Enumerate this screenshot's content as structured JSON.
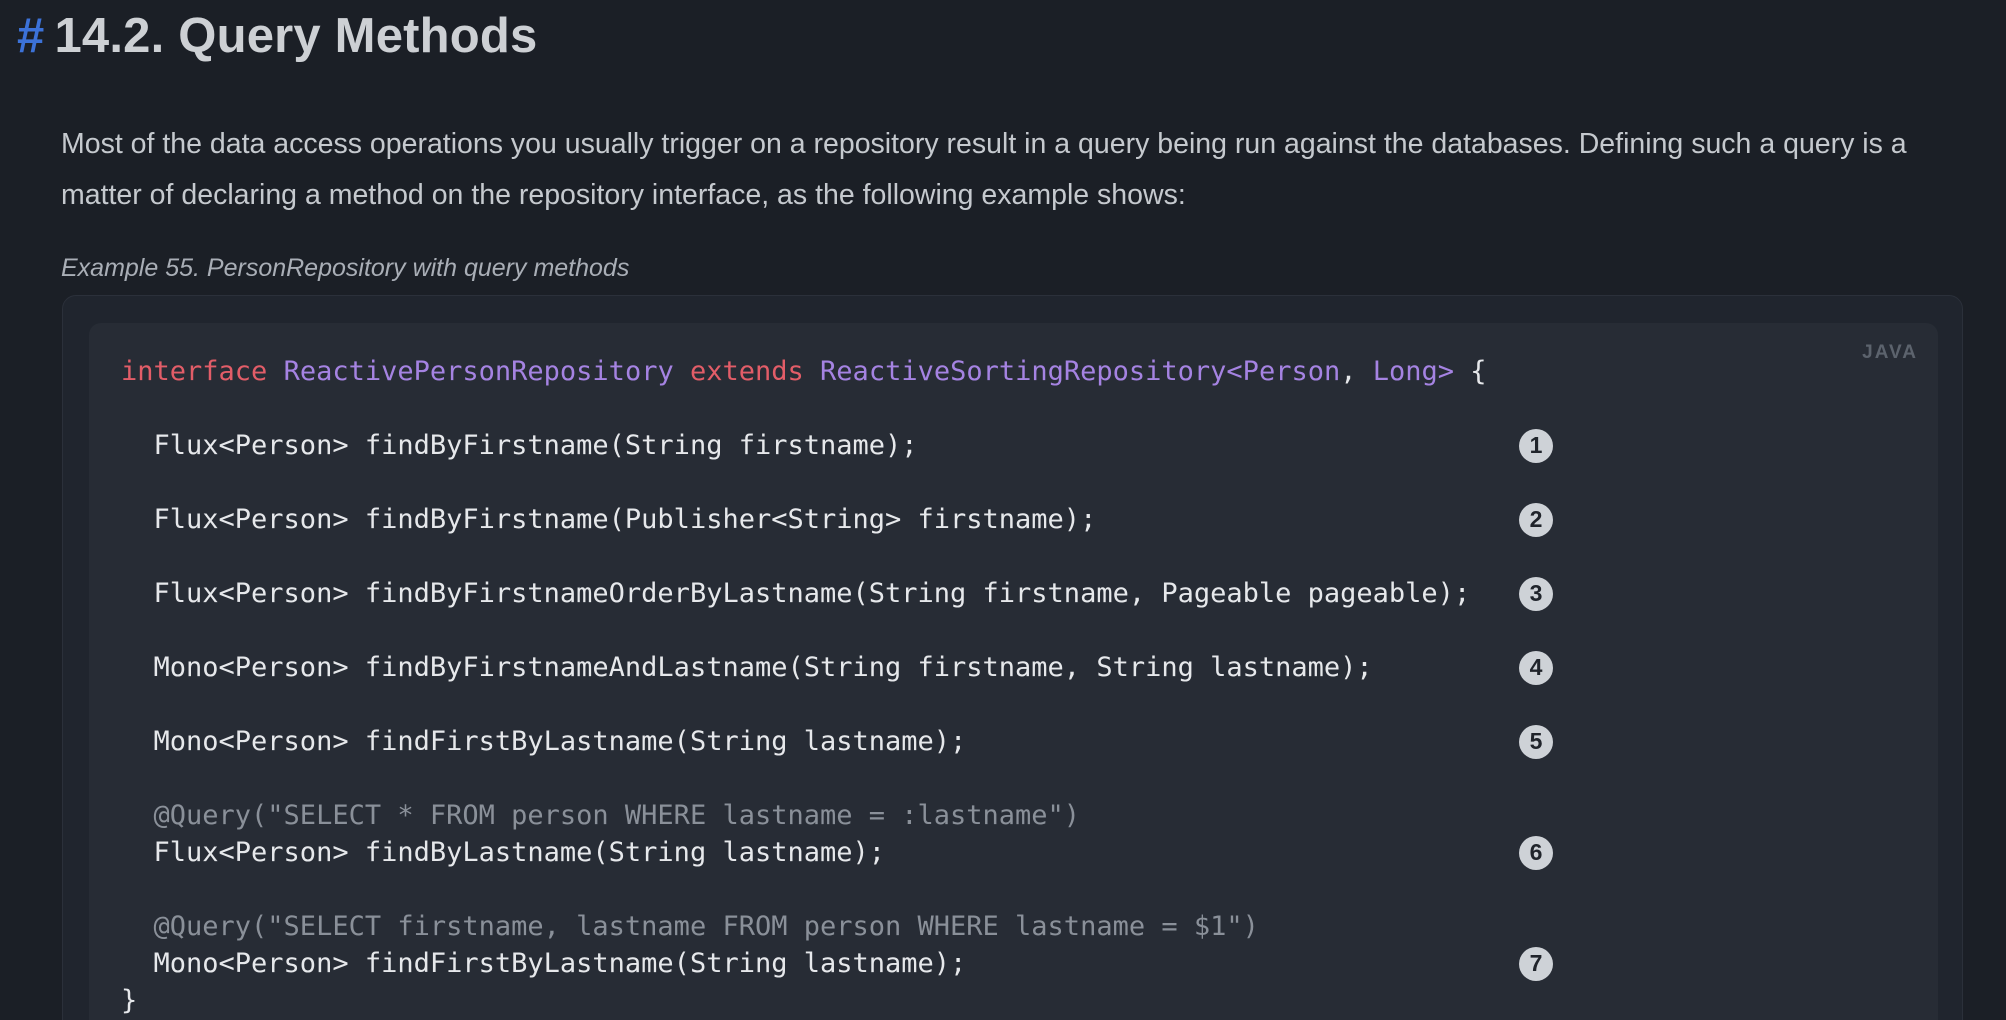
{
  "heading": {
    "anchor": "#",
    "text": "14.2. Query Methods"
  },
  "intro": "Most of the data access operations you usually trigger on a repository result in a query being run against the databases. Defining such a query is a matter of declaring a method on the repository interface, as the following example shows:",
  "example_caption": "Example 55. PersonRepository with query methods",
  "code_block": {
    "language_label": "JAVA",
    "lines": [
      {
        "segments": [
          [
            "kw",
            "interface"
          ],
          [
            "pl",
            " "
          ],
          [
            "ty",
            "ReactivePersonRepository"
          ],
          [
            "pl",
            " "
          ],
          [
            "kw",
            "extends"
          ],
          [
            "pl",
            " "
          ],
          [
            "ty",
            "ReactiveSortingRepository<Person"
          ],
          [
            "pl",
            ", "
          ],
          [
            "ty",
            "Long>"
          ],
          [
            "pl",
            " {"
          ]
        ],
        "callout": null
      },
      {
        "segments": [],
        "callout": null
      },
      {
        "segments": [
          [
            "pl",
            "  Flux<Person> findByFirstname(String firstname);"
          ]
        ],
        "callout": "1"
      },
      {
        "segments": [],
        "callout": null
      },
      {
        "segments": [
          [
            "pl",
            "  Flux<Person> findByFirstname(Publisher<String> firstname);"
          ]
        ],
        "callout": "2"
      },
      {
        "segments": [],
        "callout": null
      },
      {
        "segments": [
          [
            "pl",
            "  Flux<Person> findByFirstnameOrderByLastname(String firstname, Pageable pageable);"
          ]
        ],
        "callout": "3"
      },
      {
        "segments": [],
        "callout": null
      },
      {
        "segments": [
          [
            "pl",
            "  Mono<Person> findByFirstnameAndLastname(String firstname, String lastname);"
          ]
        ],
        "callout": "4"
      },
      {
        "segments": [],
        "callout": null
      },
      {
        "segments": [
          [
            "pl",
            "  Mono<Person> findFirstByLastname(String lastname);"
          ]
        ],
        "callout": "5"
      },
      {
        "segments": [],
        "callout": null
      },
      {
        "segments": [
          [
            "an",
            "  @Query(\"SELECT * FROM person WHERE lastname = :lastname\")"
          ]
        ],
        "callout": null
      },
      {
        "segments": [
          [
            "pl",
            "  Flux<Person> findByLastname(String lastname);"
          ]
        ],
        "callout": "6"
      },
      {
        "segments": [],
        "callout": null
      },
      {
        "segments": [
          [
            "an",
            "  @Query(\"SELECT firstname, lastname FROM person WHERE lastname = $1\")"
          ]
        ],
        "callout": null
      },
      {
        "segments": [
          [
            "pl",
            "  Mono<Person> findFirstByLastname(String lastname);"
          ]
        ],
        "callout": "7"
      },
      {
        "segments": [
          [
            "pl",
            "}"
          ]
        ],
        "callout": null
      }
    ]
  },
  "colors": {
    "page_background": "#1b1f26",
    "example_background": "#20252e",
    "code_background": "#272c35",
    "heading_text": "#cdd0d4",
    "anchor_blue": "#3c72d8",
    "keyword_red": "#e25d68",
    "type_purple": "#a583e2",
    "annotation_gray": "#8a9099",
    "code_plain": "#e6e8eb",
    "callout_fill": "#ced2d7",
    "callout_text": "#20242b"
  }
}
